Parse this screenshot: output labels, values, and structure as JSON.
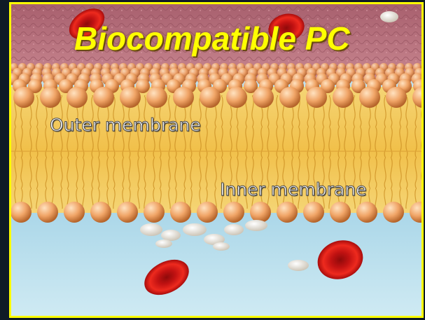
{
  "image": {
    "title": "Biocompatible PC",
    "outer_membrane_label": "Outer membrane",
    "inner_membrane_label": "Inner membrane"
  },
  "colors": {
    "frame_border": "#ffff00",
    "title_text": "#ffff00",
    "tissue_top": "#b9737f",
    "lipid_head": "#f0a466",
    "lipid_tail": "#f2c34a",
    "plasma": "#bfe2ef",
    "red_blood_cell": "#d41414",
    "platelet": "#f3efe6"
  }
}
